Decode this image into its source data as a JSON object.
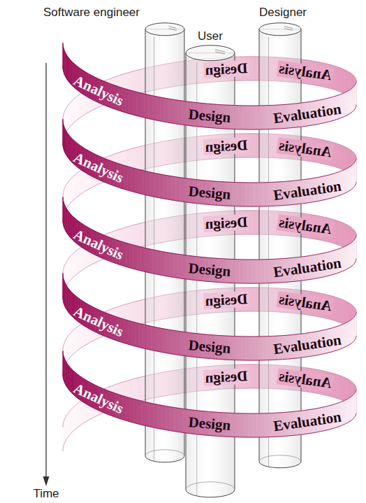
{
  "diagram": {
    "nodes": [
      {
        "text": [
          "Software engineer"
        ]
      },
      {
        "text": [
          "Designer"
        ]
      },
      {
        "text": [
          "User"
        ]
      },
      {
        "text": [
          "Design",
          "Analysis",
          "Analysis",
          "Design",
          "Evaluation",
          "Design",
          "Analysis",
          "Analysis",
          "Design",
          "Evaluation",
          "Design",
          "Analysis",
          "Analysis",
          "Design",
          "Evaluation",
          "Design",
          "Analysis",
          "Analysis",
          "Design",
          "Evaluation",
          "Design",
          "Analysis",
          "Analysis",
          "Design",
          "Evaluation"
        ]
      }
    ],
    "labels": [
      "Time"
    ]
  }
}
